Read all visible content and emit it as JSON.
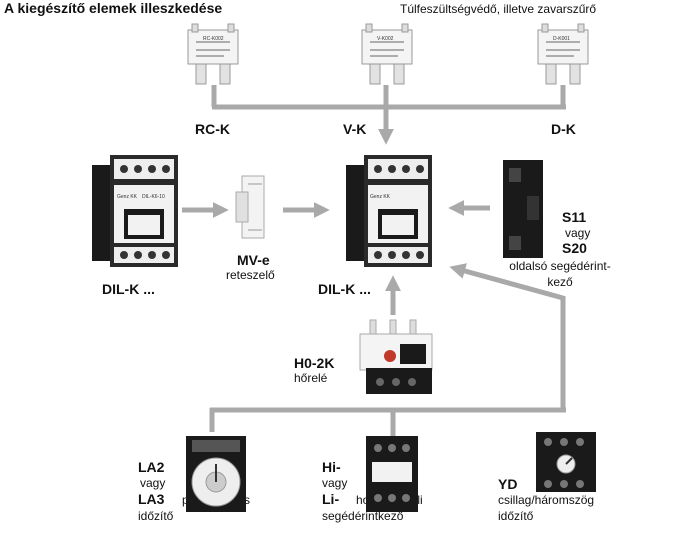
{
  "title": "A kiegészítő elemek illeszkedése",
  "subtitle": "Túlfeszültségvédő, illetve zavarszűrő",
  "top_modules": [
    {
      "name": "RC-K",
      "plate": "RC-K002"
    },
    {
      "name": "V-K",
      "plate": "V-K002"
    },
    {
      "name": "D-K",
      "plate": "D-K001"
    }
  ],
  "left_contactor": {
    "label": "DIL-K ...",
    "brand": "Genz KK",
    "model": "DIL-K6-10"
  },
  "center_contactor": {
    "label": "DIL-K ...",
    "brand": "Genz KK"
  },
  "interlock": {
    "name": "MV-e",
    "desc": "reteszelő"
  },
  "side_contact": {
    "name1": "S11",
    "or": "vagy",
    "name2": "S20",
    "desc_line1": "oldalsó segédérint-",
    "desc_line2": "kező"
  },
  "overload": {
    "name": "H0-2K",
    "desc": "hőrelé"
  },
  "timer": {
    "name1": "LA2",
    "or": "vagy",
    "name2": "LA3",
    "desc1": "pneumatikus",
    "desc2": "időzítő"
  },
  "aux_front": {
    "name1": "Hi-",
    "or": "vagy",
    "name2": "Li-",
    "desc1": "homlokoldali",
    "desc2": "segédérintkező"
  },
  "star_delta": {
    "name": "YD",
    "desc1": "csillag/háromszög",
    "desc2": "időzítő"
  },
  "colors": {
    "arrow": "#a9a9a9",
    "device_dark": "#1a1a1a",
    "device_light": "#f2f2f2"
  }
}
